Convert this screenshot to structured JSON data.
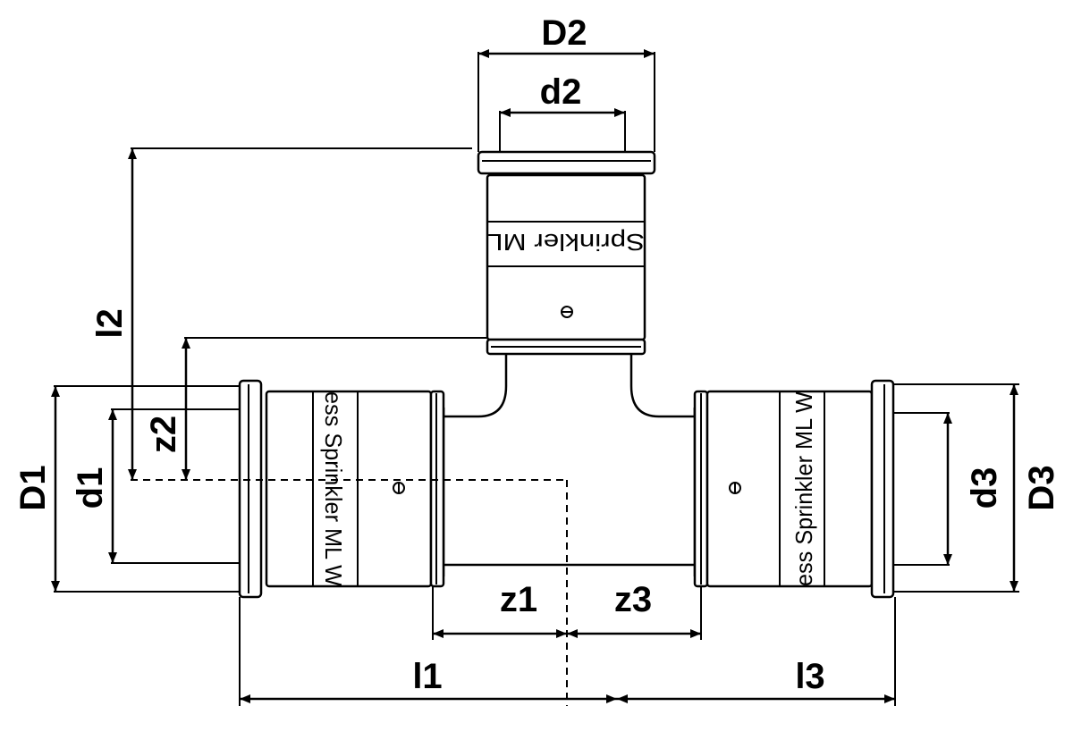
{
  "labels": {
    "D1": "D1",
    "d1": "d1",
    "D2": "D2",
    "d2": "d2",
    "D3": "D3",
    "d3": "d3",
    "l1": "l1",
    "l2": "l2",
    "l3": "l3",
    "z1": "z1",
    "z2": "z2",
    "z3": "z3"
  },
  "markings": {
    "top_sleeve": "Sprinkler ML",
    "left_sleeve": "ess Sprinkler ML W",
    "right_sleeve": "ess Sprinkler ML W"
  },
  "colors": {
    "line": "#000000",
    "background": "#ffffff"
  }
}
